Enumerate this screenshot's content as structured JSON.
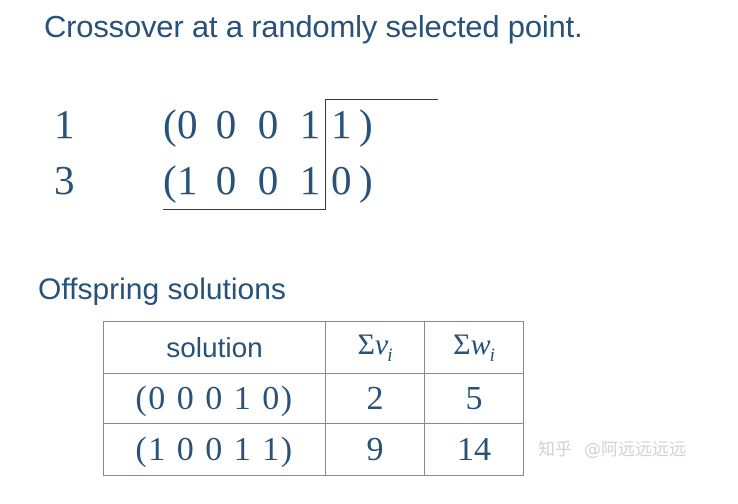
{
  "slide": {
    "title": "Crossover at a randomly selected point.",
    "text_color": "#28527a",
    "background_color": "#ffffff"
  },
  "crossover": {
    "cut_point": 3,
    "parents": [
      {
        "label": "1",
        "open_paren": "(",
        "close_paren": ")",
        "genes": [
          "0",
          "0",
          "0",
          "1",
          "1"
        ]
      },
      {
        "label": "3",
        "open_paren": "(",
        "close_paren": ")",
        "genes": [
          "1",
          "0",
          "0",
          "1",
          "0"
        ]
      }
    ]
  },
  "offspring": {
    "heading": "Offspring solutions",
    "columns": [
      {
        "label": "solution"
      },
      {
        "sigma": "Σ",
        "variable": "v",
        "subscript": "i"
      },
      {
        "sigma": "Σ",
        "variable": "w",
        "subscript": "i"
      }
    ],
    "rows": [
      {
        "solution": "(0 0 0 1 0)",
        "sum_v": "2",
        "sum_w": "5"
      },
      {
        "solution": "(1 0 0 1 1)",
        "sum_v": "9",
        "sum_w": "14"
      }
    ]
  },
  "watermark": {
    "logo": "知乎",
    "handle": "@阿远远远远"
  }
}
